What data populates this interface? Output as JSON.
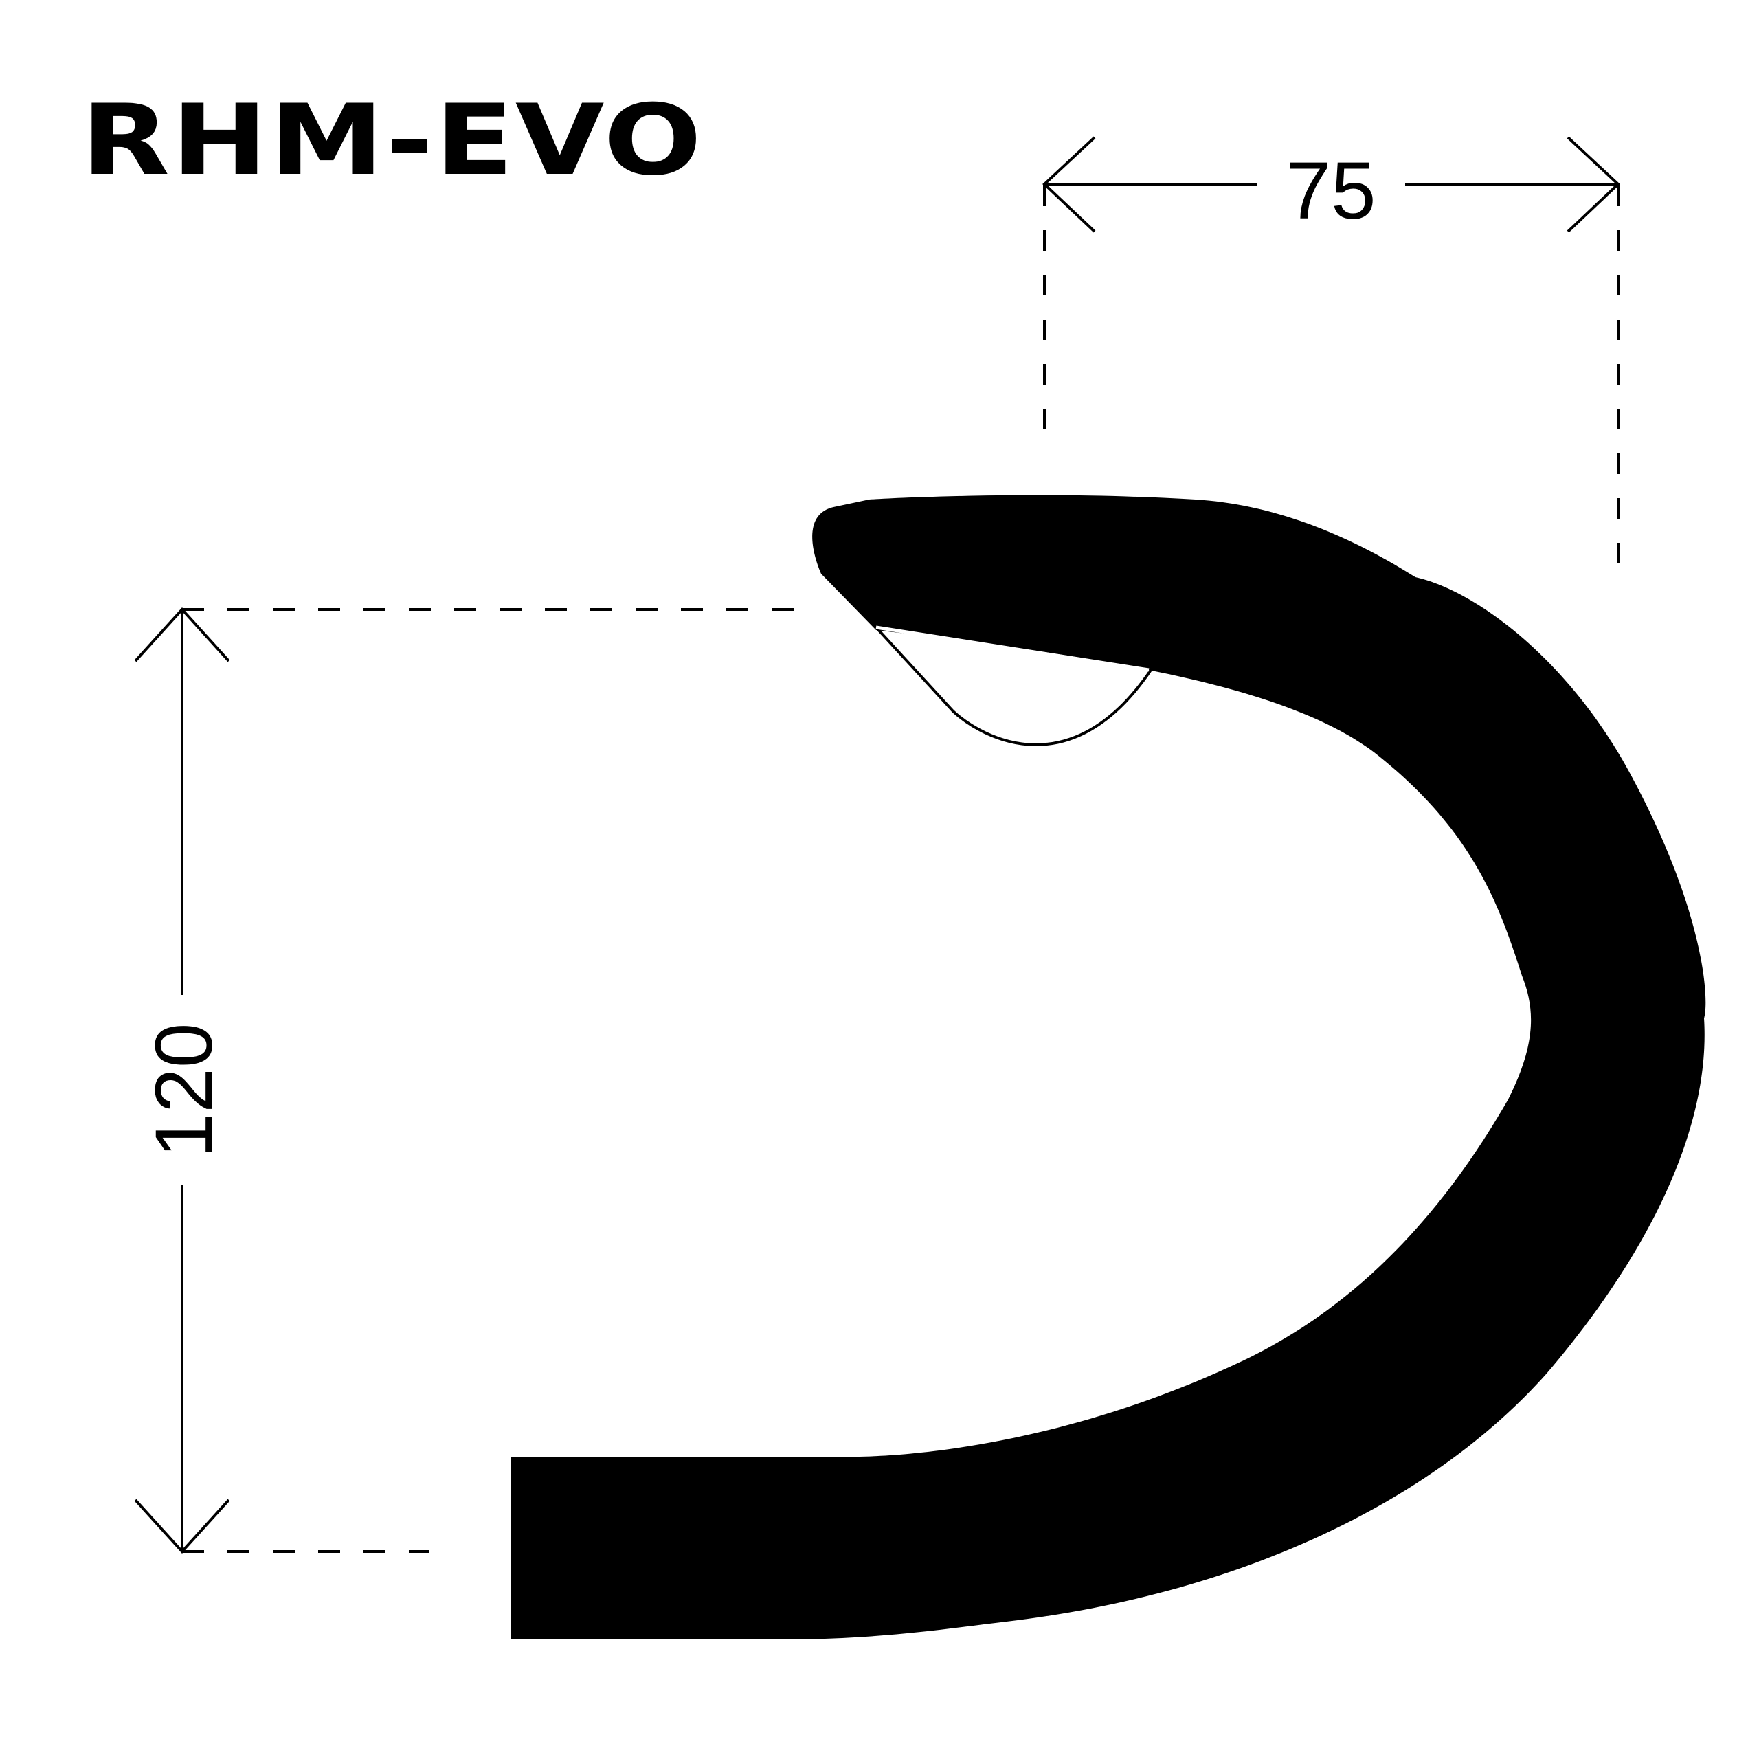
{
  "title": "RHM-EVO",
  "dimensions": {
    "reach": "75",
    "drop": "120"
  },
  "colors": {
    "ink": "#000000",
    "background": "#ffffff"
  }
}
